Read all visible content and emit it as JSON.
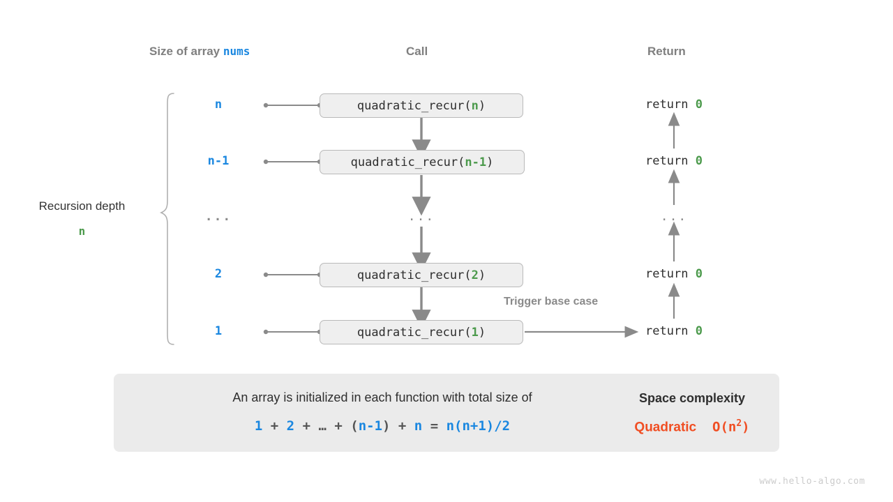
{
  "headers": {
    "size": "Size of array ",
    "size_kw": "nums",
    "call": "Call",
    "return": "Return"
  },
  "depth": {
    "label": "Recursion depth",
    "value": "n"
  },
  "colors": {
    "blue": "#1a87e0",
    "green": "#4c9a4c",
    "orange": "#f04e23",
    "gray": "#8a8a8a",
    "box_fill": "#efefef",
    "box_border": "#b9b9b9",
    "panel_fill": "#ebebeb",
    "text": "#2e2e2e"
  },
  "rows": [
    {
      "size": "n",
      "call_prefix": "quadratic_recur(",
      "call_arg": "n",
      "call_suffix": ")",
      "return_text": "return ",
      "return_value": "0"
    },
    {
      "size": "n-1",
      "call_prefix": "quadratic_recur(",
      "call_arg": "n-1",
      "call_suffix": ")",
      "return_text": "return ",
      "return_value": "0"
    },
    {
      "size": "...",
      "call_prefix": "...",
      "call_arg": "",
      "call_suffix": "",
      "return_text": "...",
      "return_value": ""
    },
    {
      "size": "2",
      "call_prefix": "quadratic_recur(",
      "call_arg": "2",
      "call_suffix": ")",
      "return_text": "return ",
      "return_value": "0"
    },
    {
      "size": "1",
      "call_prefix": "quadratic_recur(",
      "call_arg": "1",
      "call_suffix": ")",
      "return_text": "return ",
      "return_value": "0"
    }
  ],
  "trigger_note": "Trigger base case",
  "summary": {
    "text": "An array is initialized in each function with total size of",
    "formula": {
      "t1": "1",
      "op1": " + ",
      "t2": "2",
      "op2": " + ",
      "dots": "…",
      "op3": " + ",
      "paren_open": "(",
      "t3": "n-1",
      "paren_close": ")",
      "op4": " + ",
      "t4": "n",
      "eq": " = ",
      "t5": "n(n+1)/2"
    },
    "complexity_title": "Space complexity",
    "complexity_word": "Quadratic",
    "complexity_big_o": "O(n",
    "complexity_exp": "2",
    "complexity_big_o_end": ")"
  },
  "watermark": "www.hello-algo.com"
}
